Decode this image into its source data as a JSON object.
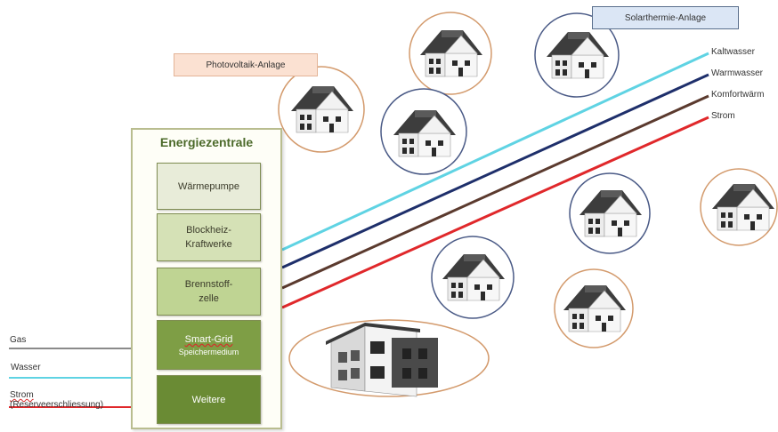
{
  "tags": {
    "photovoltaik": "Photovoltaik-Anlage",
    "solarthermie": "Solarthermie-Anlage"
  },
  "lines": {
    "kaltwasser": "Kaltwasser",
    "warmwasser": "Warmwasser",
    "komfortwaerme": "Komfortwärm",
    "strom": "Strom"
  },
  "central": {
    "title": "Energiezentrale",
    "modules": {
      "waermepumpe": "Wärmepumpe",
      "bhkw_1": "Blockheiz-",
      "bhkw_2": "Kraftwerke",
      "brennstoff_1": "Brennstoff-",
      "brennstoff_2": "zelle",
      "smartgrid": "Smart-Grid",
      "speicher": "Speichermedium",
      "weitere": "Weitere"
    }
  },
  "inputs": {
    "gas": "Gas",
    "wasser": "Wasser",
    "strom": "Strom",
    "reserve": "(Reserveerschliessung)"
  },
  "colors": {
    "kaltwasser": "#5fd3e3",
    "warmwasser": "#1e2f6b",
    "komfortwaerme": "#5b3a2e",
    "strom": "#e0282b",
    "gas": "#8a8a8a",
    "wasser_in": "#5fd3e3",
    "strom_in": "#e0282b",
    "ring_orange": "#d39a6c",
    "ring_blue": "#4a5a86"
  },
  "icons": {
    "house": "house-icon",
    "building": "apartment-building-icon"
  }
}
